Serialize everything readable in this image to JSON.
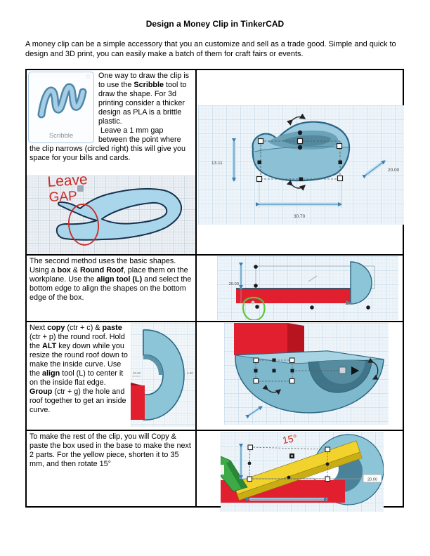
{
  "title": "Design a Money Clip in TinkerCAD",
  "intro": "A money clip can be a simple accessory that you an customize and sell as a trade good. Simple and quick to design and 3D print, you can easily make a batch of them for craft fairs or events.",
  "colors": {
    "teal": "#8cc5d8",
    "teal_dark": "#4a8399",
    "red": "#e11f2f",
    "yellow": "#f2d22c",
    "green": "#3cab47",
    "annotation_red": "#c8362b",
    "annotation_green": "#5ec43e",
    "grid_bg": "#eef5fa"
  },
  "rows": {
    "r1": {
      "tool_label": "Scribble",
      "text": [
        {
          "t": "One way to draw the clip is to use the "
        },
        {
          "t": "Scribble",
          "b": true
        },
        {
          "t": " tool to draw the shape. For 3d printing consider a thicker design as PLA is a brittle plastic."
        },
        {
          "br": true
        },
        {
          "t": " Leave a 1 mm gap between the point where the clip narrows (circled right) this will give you space for your bills and cards."
        }
      ],
      "sketch_note1": "Leave",
      "sketch_note2": "GAP",
      "dims": {
        "height": "13.11",
        "depth": "20.00",
        "width": "30.70"
      }
    },
    "r2": {
      "text": [
        {
          "t": "The second method uses the basic shapes. Using a "
        },
        {
          "t": "box",
          "b": true
        },
        {
          "t": " & "
        },
        {
          "t": "Round Roof",
          "b": true
        },
        {
          "t": ", place them on the workplane. Use the "
        },
        {
          "t": "align tool (L)",
          "b": true
        },
        {
          "t": " and select the bottom edge to align the shapes on the bottom edge of the box."
        }
      ],
      "dims": {
        "height": "20.00"
      }
    },
    "r3": {
      "text": [
        {
          "t": "Next "
        },
        {
          "t": "copy",
          "b": true
        },
        {
          "t": " (ctr + c) & "
        },
        {
          "t": "paste",
          "b": true
        },
        {
          "t": " (ctr + p) the round roof. Hold the "
        },
        {
          "t": "ALT",
          "b": true
        },
        {
          "t": " key down while you resize the round roof down to make the inside curve. Use the "
        },
        {
          "t": "align",
          "b": true
        },
        {
          "t": " tool (L) to center it on the inside flat edge. "
        },
        {
          "t": "Group",
          "b": true
        },
        {
          "t": " (ctr + g) the hole and roof together to get an inside curve."
        }
      ],
      "inset_dims": {
        "left": "20.00",
        "right": "6.00"
      }
    },
    "r4": {
      "text": [
        {
          "t": "To make the rest of the clip, you will Copy & paste the box used in the base to make the next 2 parts. For the yellow piece, shorten it to 35 mm, and then rotate 15°"
        }
      ],
      "note_angle": "15°",
      "dims": {
        "depth": "20.00"
      }
    }
  }
}
